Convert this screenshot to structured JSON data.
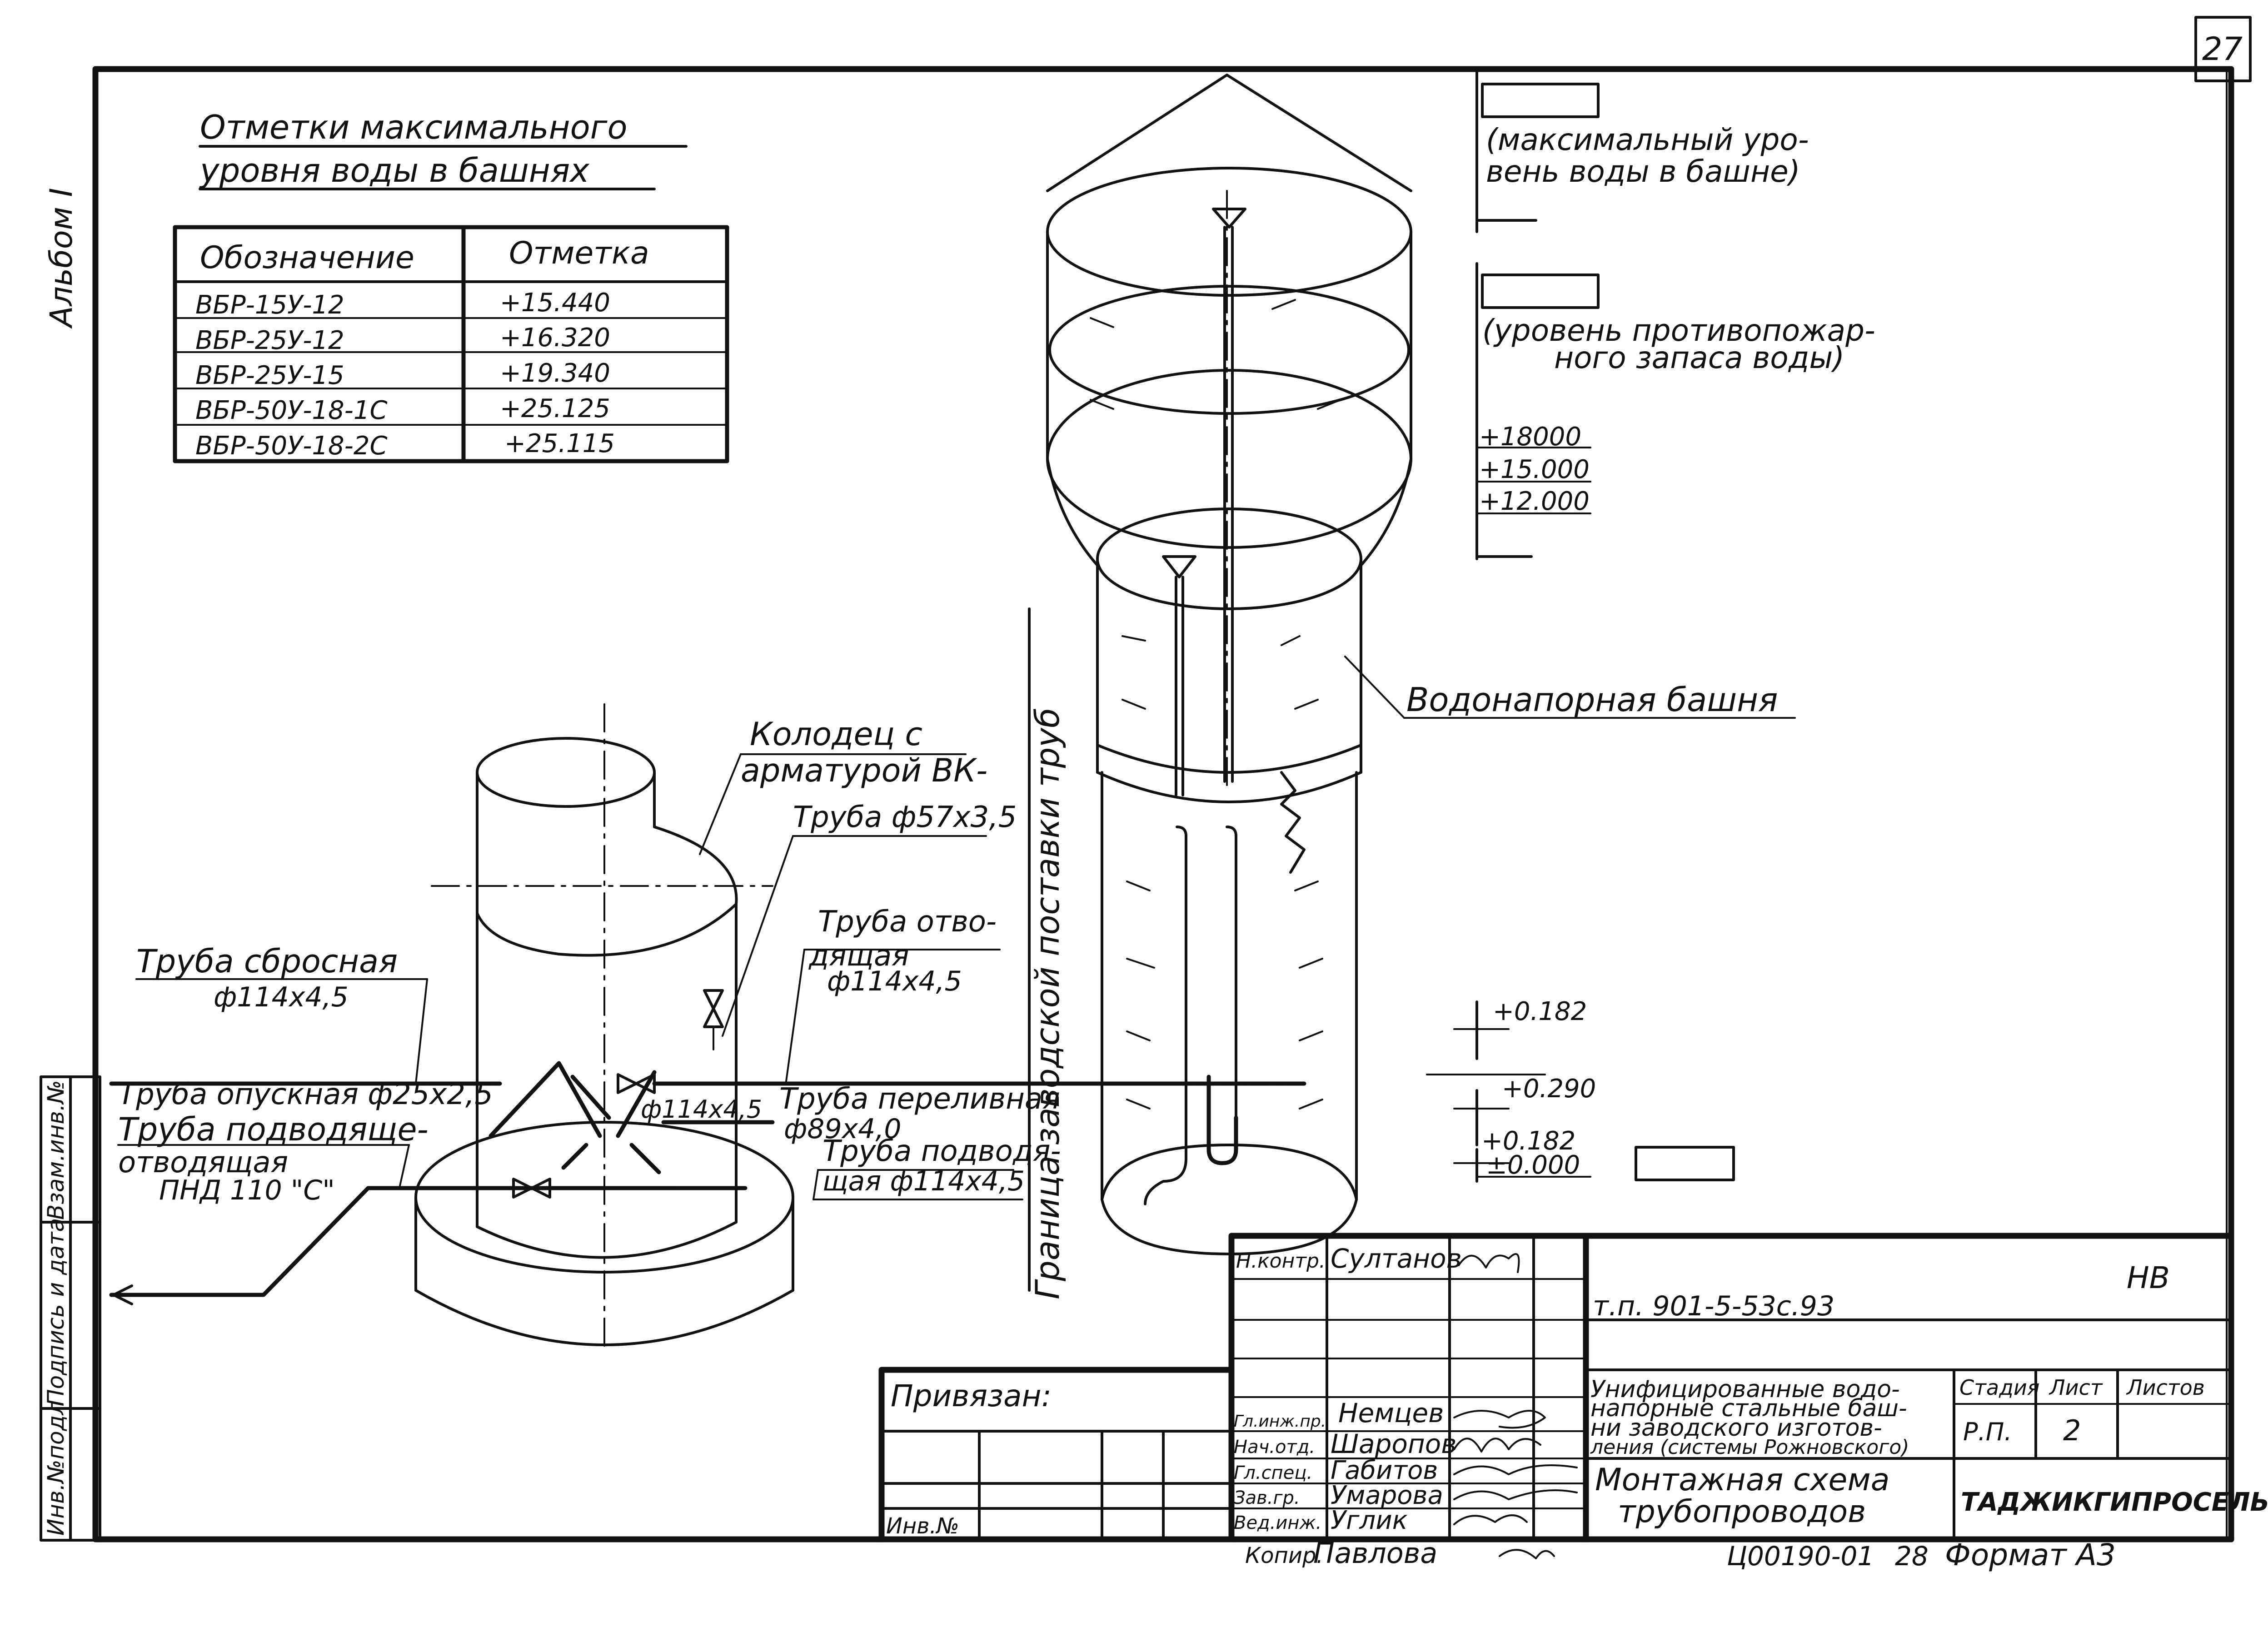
{
  "page_number": "27",
  "album_label": "Альбом I",
  "marks_table": {
    "title_line1": "Отметки максимального",
    "title_line2": "уровня воды в башнях",
    "col_designation": "Обозначение",
    "col_mark": "Отметка",
    "rows": [
      {
        "designation": "ВБР-15У-12",
        "mark": "+15.440"
      },
      {
        "designation": "ВБР-25У-12",
        "mark": "+16.320"
      },
      {
        "designation": "ВБР-25У-15",
        "mark": "+19.340"
      },
      {
        "designation": "ВБР-50У-18-1С",
        "mark": "+25.125"
      },
      {
        "designation": "ВБР-50У-18-2С",
        "mark": "+25.115"
      }
    ]
  },
  "labels": {
    "max_level_line1": "(максимальный уро-",
    "max_level_line2": "вень воды в башне)",
    "fire_reserve_line1": "(уровень противопожар-",
    "fire_reserve_line2": "ного запаса воды)",
    "elev_18000": "+18000",
    "elev_15000": "+15.000",
    "elev_12000": "+12.000",
    "water_tower": "Водонапорная башня",
    "well_line1": "Колодец с",
    "well_line2": "арматурой ВК-",
    "pipe_57": "Труба ф57х3,5",
    "pipe_branch_line1": "Труба отво-",
    "pipe_branch_line2": "дящая",
    "pipe_branch_line3": "ф114х4,5",
    "pipe_discharge_line1": "Труба сбросная",
    "pipe_discharge_line2": "ф114х4,5",
    "pipe_drain": "Труба опускная ф25х2,5",
    "pipe_supply_line1": "Труба подводяще-",
    "pipe_supply_line2": "отводящая",
    "pipe_supply_line3": "ПНД 110 \"С\"",
    "pipe_114": "ф114х4,5",
    "pipe_overflow_line1": "Труба переливная",
    "pipe_overflow_line2": "ф89х4,0",
    "pipe_inlet_line1": "Труба подводя-",
    "pipe_inlet_line2": "щая ф114х4,5",
    "factory_boundary": "Граница заводской поставки труб",
    "elev_0182_top": "+0.182",
    "elev_0290": "+0.290",
    "elev_0182": "+0.182",
    "elev_0000": "±0.000"
  },
  "side_stamp": {
    "inv_orig": "Инв.№подл",
    "sign_date": "Подпись и дата",
    "replace_inv": "Взам.инв.№"
  },
  "title_block": {
    "bound_label": "Привязан:",
    "inv_label": "Инв.№",
    "roles": [
      {
        "role": "Н.контр.",
        "name": "Султанов"
      },
      {
        "role": "Гл.инж.пр.",
        "name": "Немцев"
      },
      {
        "role": "Нач.отд.",
        "name": "Шаропов"
      },
      {
        "role": "Гл.спец.",
        "name": "Габитов"
      },
      {
        "role": "Зав.гр.",
        "name": "Умарова"
      },
      {
        "role": "Вед.инж.",
        "name": "Углик"
      }
    ],
    "doc_code": "т.п. 901-5-53с.93",
    "code_suffix": "НВ",
    "project_title_lines": [
      "Унифицированные водо-",
      "напорные стальные баш-",
      "ни заводского изготов-",
      "ления (системы Рожновского)"
    ],
    "stage_header": "Стадия",
    "sheet_header": "Лист",
    "sheets_header": "Листов",
    "stage": "Р.П.",
    "sheet": "2",
    "sheet_title_line1": "Монтажная схема",
    "sheet_title_line2": "трубопроводов",
    "organization": "ТАДЖИКГИПРОСЕЛЬСТРОЙ",
    "copied_label": "Копир.",
    "copied_name": "Павлова",
    "order_number": "Ц00190-01",
    "bottom_number": "28",
    "format_label": "Формат А3"
  }
}
